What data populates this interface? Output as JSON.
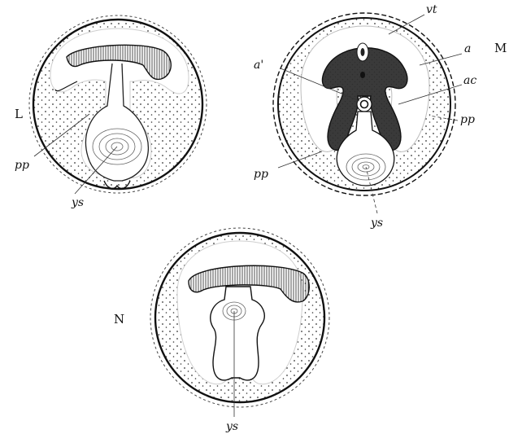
{
  "figure": {
    "panel_labels": {
      "L": "L",
      "M": "M",
      "N": "N"
    },
    "labels": {
      "l_pp": "pp",
      "l_ys": "ys",
      "m_vt": "vt",
      "m_a": "a",
      "m_a_prime": "a'",
      "m_ac": "ac",
      "m_pp_right": "pp",
      "m_pp_left": "pp",
      "m_ys": "ys",
      "n_ys": "ys"
    }
  }
}
